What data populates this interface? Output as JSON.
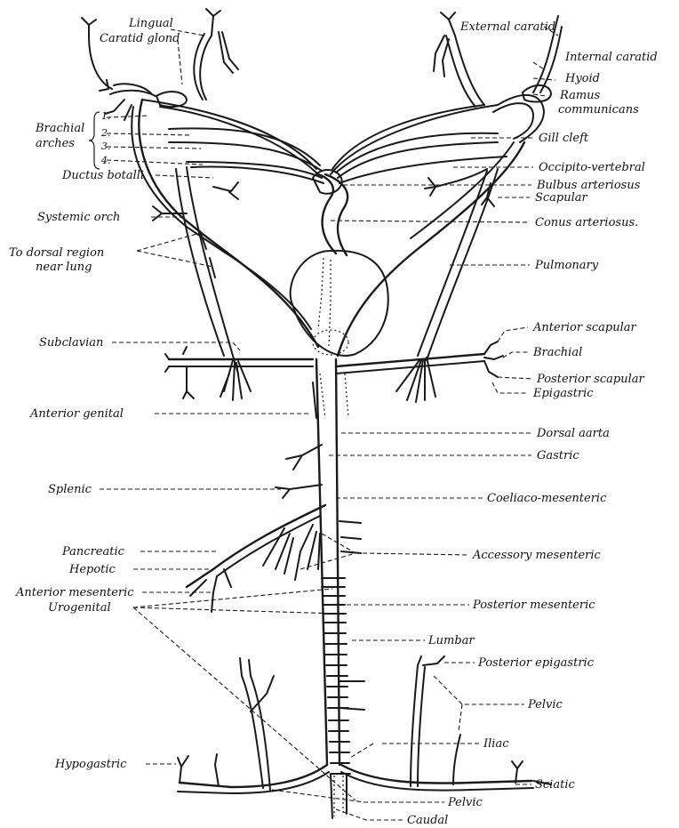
{
  "labels": {
    "lingual": "Lingual",
    "carotid_gland": "Caratid glond",
    "brachial_arches": "Brachial arches",
    "arch_1": "1.",
    "arch_2": "2.",
    "arch_3": "3.",
    "arch_4": "4.",
    "ductus_botalli": "Ductus botalli",
    "systemic_arch": "Systemic orch",
    "to_dorsal_region": "To dorsal region near lung",
    "external_carotid": "External caratid",
    "internal_carotid": "Internal caratid",
    "hyoid": "Hyoid",
    "ramus_communicans": "Ramus communicans",
    "gill_cleft": "Gill cleft",
    "occipito_vertebral": "Occipito-vertebral",
    "bulbus_arteriosus": "Bulbus arteriosus",
    "scapular": "Scapular",
    "conus_arteriosus": "Conus arteriosus.",
    "pulmonary": "Pulmonary",
    "subclavian": "Subclavian",
    "anterior_scapular": "Anterior scapular",
    "brachial": "Brachial",
    "posterior_scapular": "Posterior scapular",
    "epigastric": "Epigastric",
    "anterior_genital": "Anterior genital",
    "dorsal_aorta": "Dorsal aarta",
    "gastric": "Gastric",
    "splenic": "Splenic",
    "coeliaco_mesenteric": "Coeliaco-mesenteric",
    "pancreatic": "Pancreatic",
    "hepatic": "Hepotic",
    "accessory_mesenteric": "Accessory mesenteric",
    "anterior_mesenteric": "Anterior mesenteric",
    "posterior_mesenteric": "Posterior mesenteric",
    "urogenital": "Urogenital",
    "lumbar": "Lumbar",
    "posterior_epigastric": "Posterior epigastric",
    "pelvic_upper": "Pelvic",
    "iliac": "Iliac",
    "hypogastric": "Hypogastric",
    "sciatic": "Sciatic",
    "pelvic_lower": "Pelvic",
    "caudal": "Caudal"
  }
}
